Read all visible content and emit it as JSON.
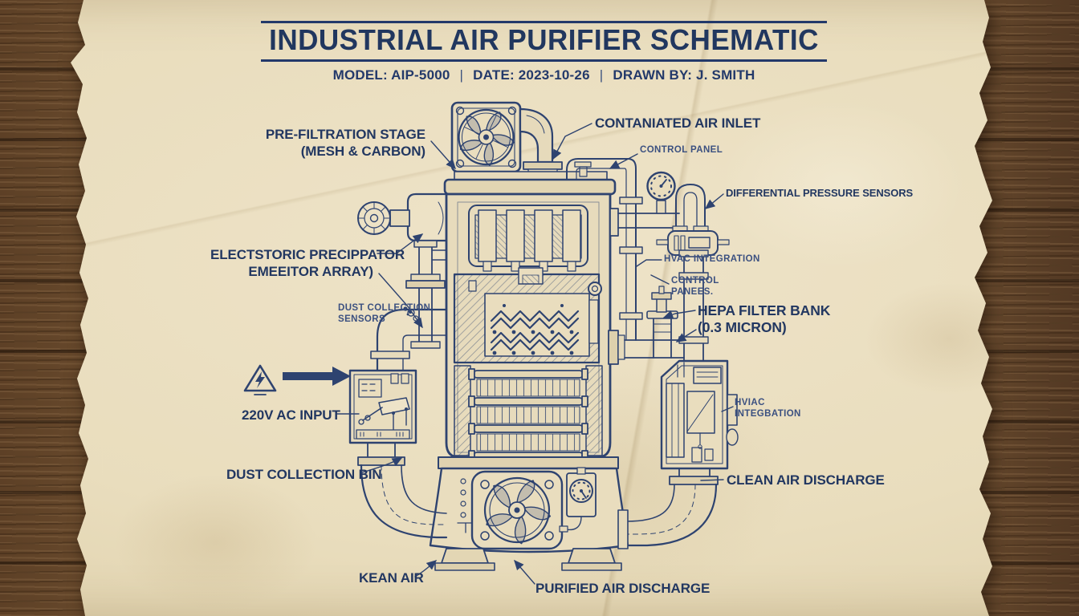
{
  "colors": {
    "ink": "#2e4370",
    "ink_dark": "#21375f",
    "paper": "#e9ddbd",
    "wood": "#6a4c2e"
  },
  "title_block": {
    "title": "INDUSTRIAL AIR PURIFIER SCHEMATIC",
    "model": "MODEL: AIP-5000",
    "separator": "|",
    "date": "DATE: 2023-10-26",
    "drawn_by": "DRAWN BY: J. SMITH"
  },
  "labels": {
    "pre_filtration_1": "PRE-FILTRATION STAGE",
    "pre_filtration_2": "(MESH & CARBON)",
    "air_inlet": "CONTANIATED AIR INLET",
    "control_panel": "CONTROL PANEL",
    "diff_pressure": "DIFFERENTIAL PRESSURE SENSORS",
    "precipitator_1": "ELECTSTORIC PRECIPPATOR",
    "precipitator_2": "EMEEITOR ARRAY)",
    "dust_sensors_1": "DUST COLLECTION",
    "dust_sensors_2": "SENSORS",
    "hvac_mid": "HVAC INTEGRATION",
    "control_panees_1": "CONTROL",
    "control_panees_2": "PANEES.",
    "hepa_1": "HEPA FILTER BANK",
    "hepa_2": "(0.3 MICRON)",
    "ac_input": "220V AC INPUT",
    "dust_bin": "DUST COLLECTION BIN",
    "hvac_low_1": "HVIAC",
    "hvac_low_2": "INTEGBATION",
    "clean_air": "CLEAN AIR DISCHARGE",
    "kean_air": "KEAN AIR",
    "purified_air": "PURIFIED AIR DISCHARGE"
  }
}
